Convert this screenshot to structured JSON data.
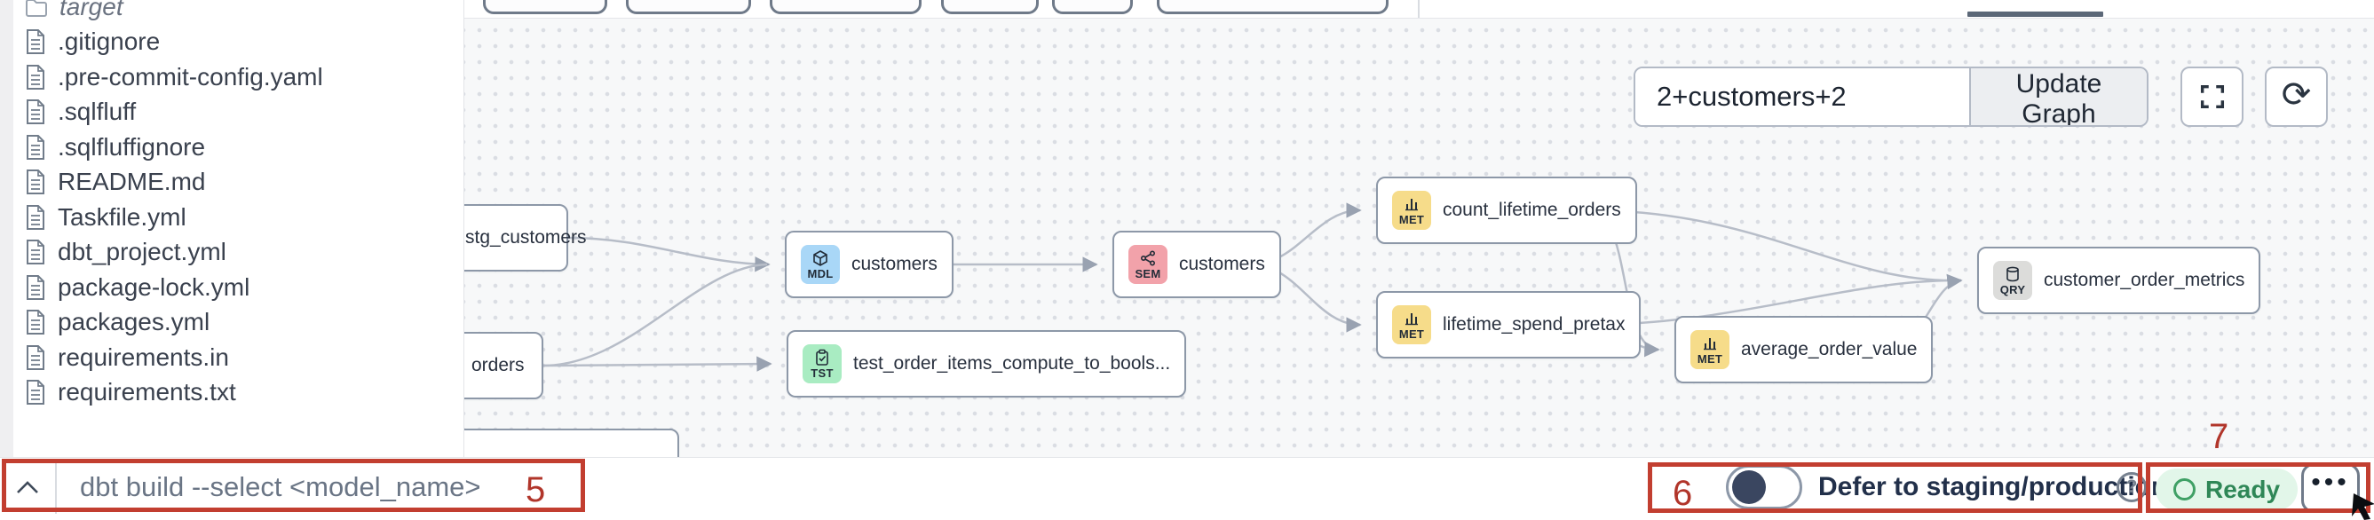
{
  "sidebar": {
    "folder_item": "target",
    "files": [
      ".gitignore",
      ".pre-commit-config.yaml",
      ".sqlfluff",
      ".sqlfluffignore",
      "README.md",
      "Taskfile.yml",
      "dbt_project.yml",
      "package-lock.yml",
      "packages.yml",
      "requirements.in",
      "requirements.txt"
    ]
  },
  "graph": {
    "selector": {
      "value": "2+customers+2"
    },
    "update_button_label": "Update Graph",
    "nodes": [
      {
        "label": "stg_customers",
        "type": ""
      },
      {
        "label": "orders",
        "type": ""
      },
      {
        "label": "customers",
        "type": "MDL"
      },
      {
        "label": "test_order_items_compute_to_bools...",
        "type": "TST"
      },
      {
        "label": "customers",
        "type": "SEM"
      },
      {
        "label": "count_lifetime_orders",
        "type": "MET"
      },
      {
        "label": "lifetime_spend_pretax",
        "type": "MET"
      },
      {
        "label": "average_order_value",
        "type": "MET"
      },
      {
        "label": "customer_order_metrics",
        "type": "QRY"
      }
    ],
    "type_colors": {
      "MDL": "#a9d7f7",
      "SEM": "#f2a2aa",
      "TST": "#a9ecc2",
      "MET": "#f6dc8a",
      "QRY": "#dcdcda"
    }
  },
  "command_bar": {
    "placeholder": "dbt build --select <model_name>"
  },
  "defer": {
    "label": "Defer to staging/production",
    "enabled": false
  },
  "status": {
    "label": "Ready",
    "color": "#2f8757"
  },
  "annotations": {
    "highlight_color": "#c23e30",
    "box5_label": "5",
    "box6_label": "6",
    "box7_label": "7"
  },
  "icons": {
    "refresh_icon": "⟳",
    "ellipsis_icon": "•••",
    "help_icon": "?"
  }
}
